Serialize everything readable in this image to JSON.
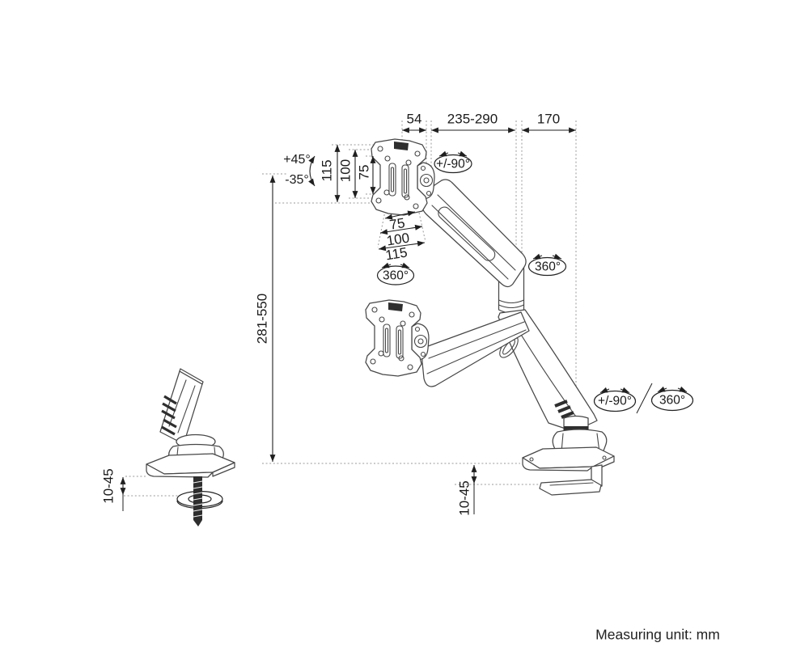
{
  "diagram": {
    "unit_note": "Measuring unit: mm",
    "top_dims": [
      "54",
      "235-290",
      "170"
    ],
    "vesa_vertical_dims": [
      "115",
      "100",
      "75"
    ],
    "vesa_horizontal_dims": [
      "75",
      "100",
      "115"
    ],
    "height_range": "281-550",
    "tilt": {
      "up": "+45°",
      "down": "-35°"
    },
    "vesa_swivel": "+/-90°",
    "rotations": {
      "upper_arm": "360°",
      "elbow": "360°",
      "base": "360°"
    },
    "base_swivel": "+/-90°",
    "mount": {
      "grommet_thickness": "10-45",
      "clamp_thickness": "10-45"
    }
  },
  "colors": {
    "background": "#ffffff",
    "object_line": "#474747",
    "dimension_line": "#1f1f1f",
    "construction_line": "#9a9a9a",
    "dark_fill": "#2e2e2e",
    "text": "#1b1b1b"
  }
}
